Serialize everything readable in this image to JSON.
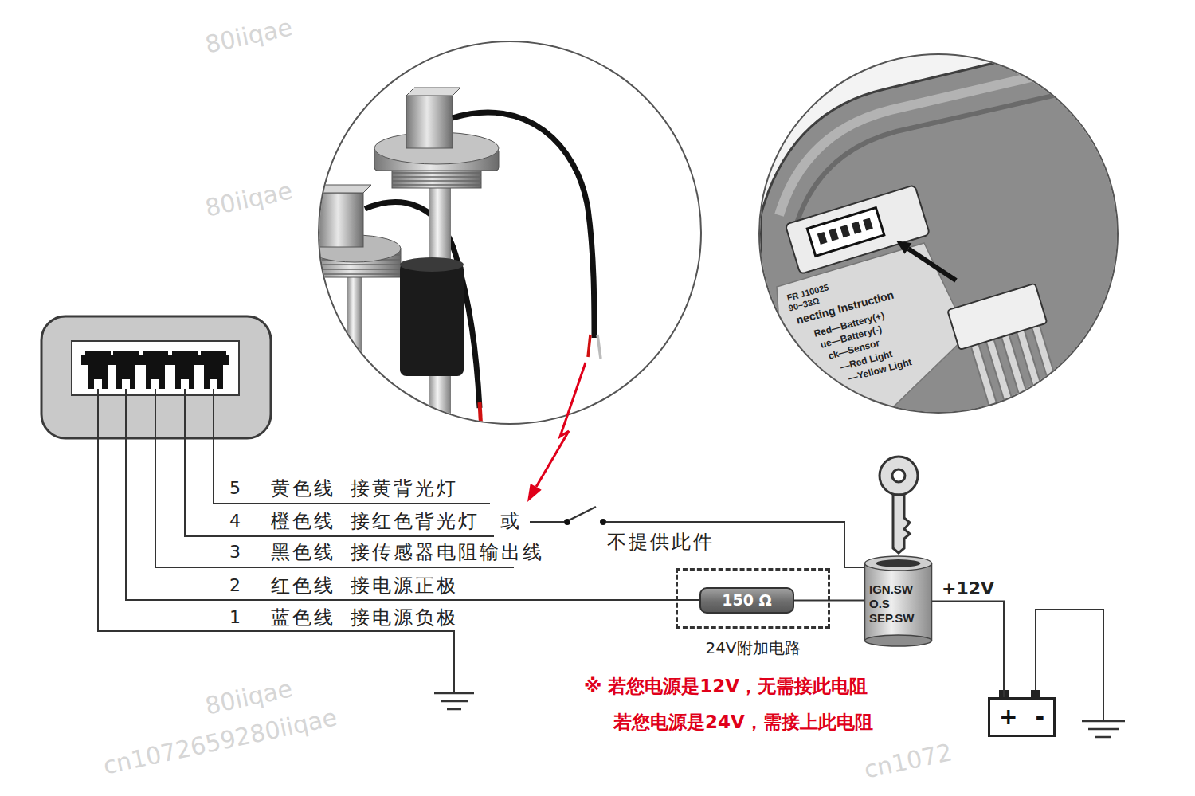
{
  "diagram": {
    "nodes": [
      {
        "text": [
          "24V附加电路"
        ]
      },
      {
        "text": [
          "150 Ω"
        ],
        "in": 0
      },
      {
        "text": [
          "IGN.SW",
          "O.S",
          "SEP.SW"
        ]
      },
      {
        "text": [
          "+",
          "-"
        ]
      }
    ],
    "edges": [
      {
        "from": 1,
        "to": 2,
        "arrow": "none"
      },
      {
        "from": 2,
        "to": 3,
        "arrow": "none",
        "label": "+12V"
      }
    ],
    "labels": [
      "5",
      "黄色线",
      "接黄背光灯",
      "4",
      "橙色线",
      "接红色背光灯",
      "或",
      "3",
      "黑色线",
      "接传感器电阻输出线",
      "2",
      "红色线",
      "接电源正极",
      "1",
      "蓝色线",
      "接电源负极",
      "不提供此件",
      "※ 若您电源是12V，无需接此电阻",
      "若您电源是24V，需接上此电阻",
      "FR 110025",
      "90~33Ω",
      "necting Instruction",
      "Red—Battery(+)",
      "ue—Battery(-)",
      "ck—Sensor",
      "—Red Light",
      "—Yellow Light",
      "80iiqae",
      "80iiqae",
      "80iiqae",
      "cn1072659280iiqae",
      "cn1072"
    ]
  }
}
